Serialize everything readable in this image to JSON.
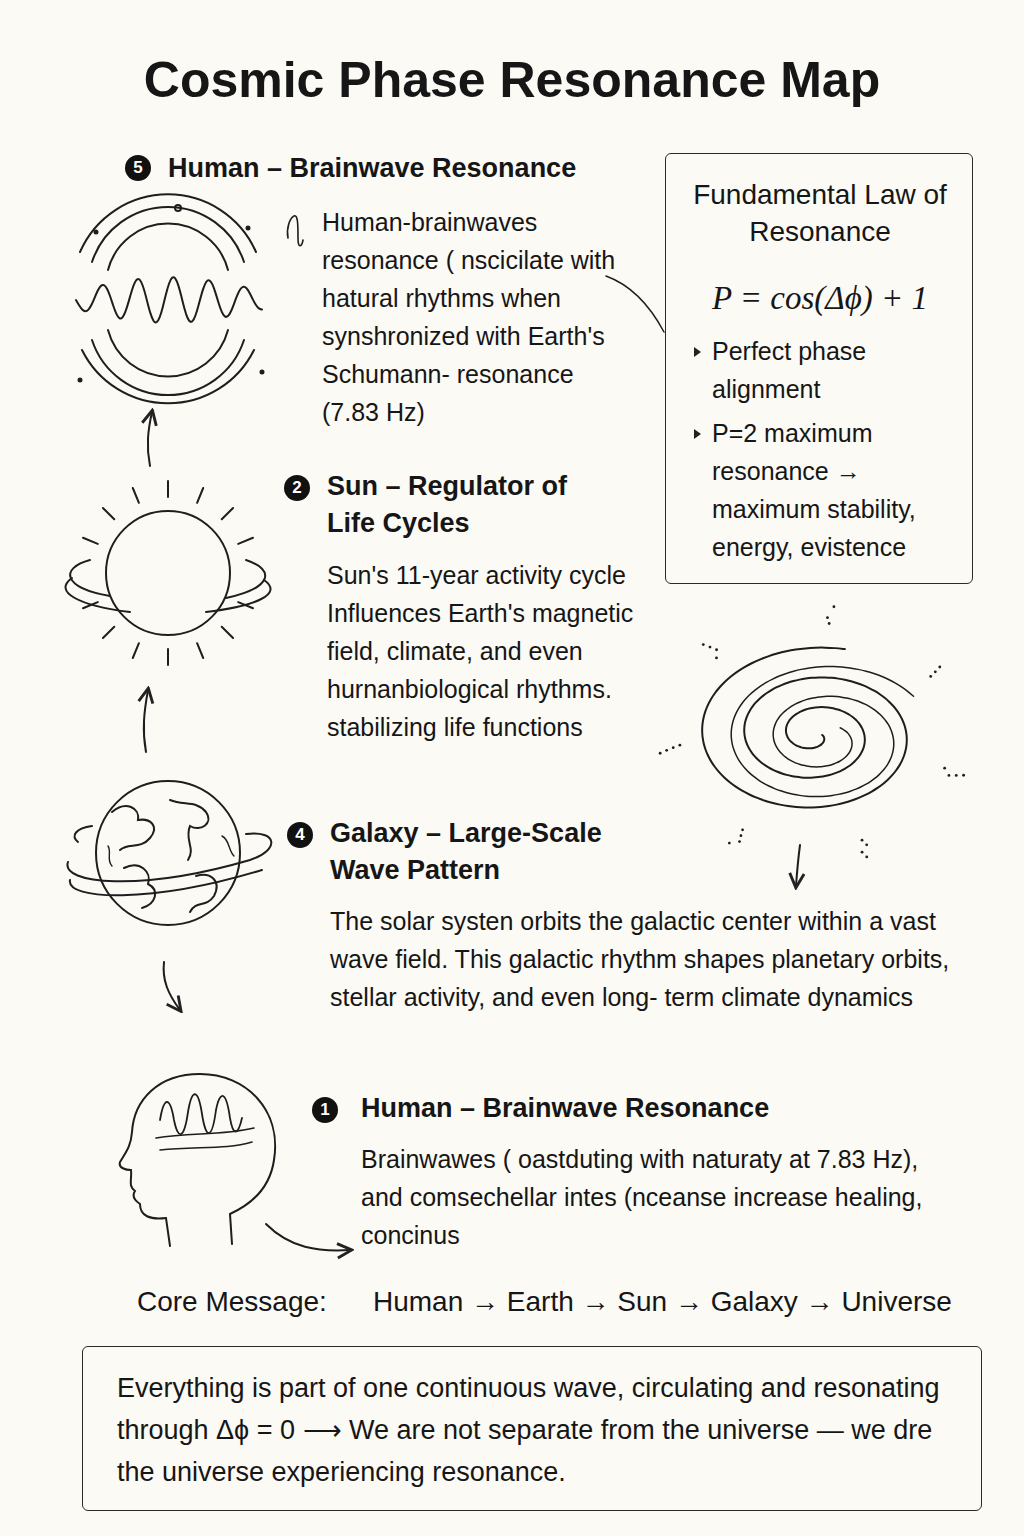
{
  "diagram": {
    "title": "Cosmic Phase Resonance Map",
    "nodes": [
      {
        "text": [
          "Fundamental Law of Resonance",
          "P = cos(Δϕ) + 1",
          "Perfect phase alignment",
          "P=2 maximum resonance → maximum stability, energy, evistence"
        ]
      },
      {
        "text": [
          "Everything is part of one continuous wave, circulating and resonating through Δϕ = 0 ⟶ We are not separate from the universe — we dre the universe experiencing resonance."
        ]
      }
    ],
    "labels": [
      "5",
      "Human – Brainwave Resonance",
      "Human-brainwaves resonance ( nscicilate with hatural rhythms when synshronized with Earth's Schumann- resonance (7.83 Hz)",
      "2",
      "Sun – Regulator of Life Cycles",
      "Sun's 11-year activity cycle Influences Earth's magnetic field, climate, and even hurnanbiological rhythms. stabilizing life functions",
      "4",
      "Galaxy – Large-Scale Wave Pattern",
      "The solar systen orbits the galactic center within a vast wave field. This galactic rhythm shapes planetary orbits, stellar activity, and even long- term climate dynamics",
      "1",
      "Human – Brainwave Resonance",
      "Brainwawes ( oastduting with naturaty at 7.83 Hz), and comsechellar intes (nceanse increase healing, concinus",
      "Core Message:",
      "Human → Earth → Sun → Galaxy → Universe"
    ]
  }
}
